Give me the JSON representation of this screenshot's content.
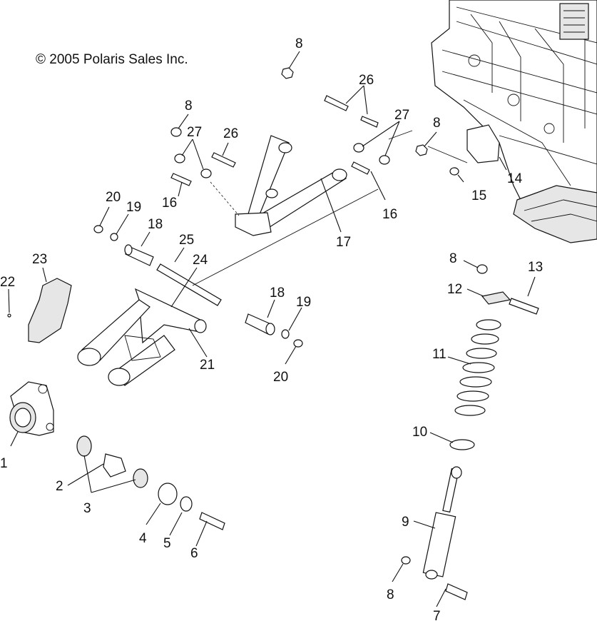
{
  "copyright": "© 2005 Polaris Sales Inc.",
  "labels": {
    "p1": "1",
    "p2": "2",
    "p3": "3",
    "p4": "4",
    "p5": "5",
    "p6": "6",
    "p7": "7",
    "p8a": "8",
    "p8b": "8",
    "p8c": "8",
    "p8d": "8",
    "p8e": "8",
    "p9": "9",
    "p10": "10",
    "p11": "11",
    "p12": "12",
    "p13": "13",
    "p14": "14",
    "p15": "15",
    "p16a": "16",
    "p16b": "16",
    "p17": "17",
    "p18a": "18",
    "p18b": "18",
    "p19a": "19",
    "p19b": "19",
    "p20a": "20",
    "p20b": "20",
    "p21": "21",
    "p22": "22",
    "p23": "23",
    "p24": "24",
    "p25": "25",
    "p26a": "26",
    "p26b": "26",
    "p27a": "27",
    "p27b": "27"
  }
}
